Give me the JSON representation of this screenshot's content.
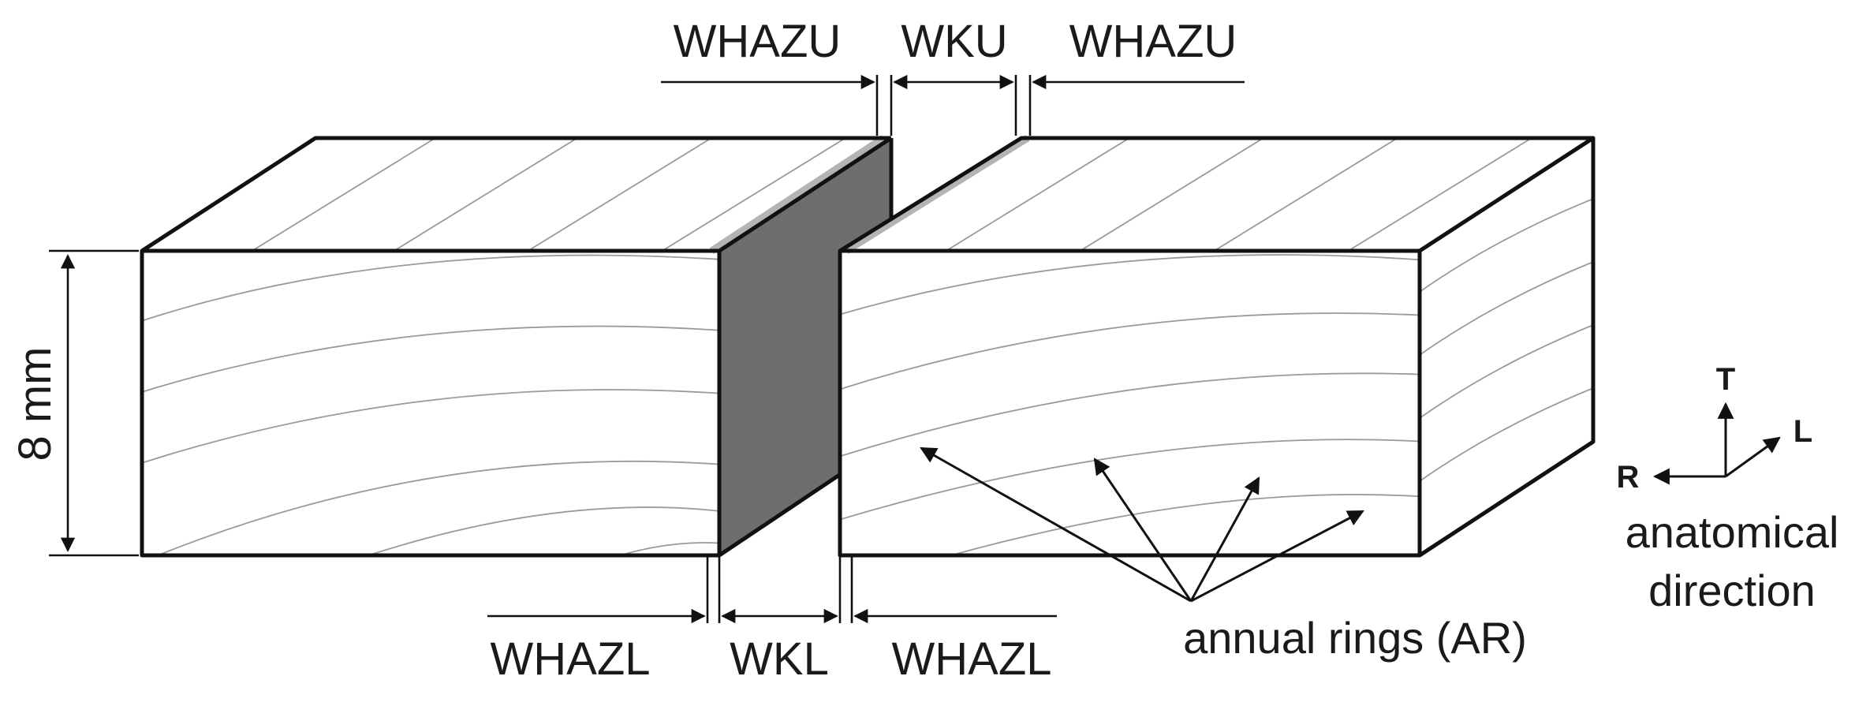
{
  "labels": {
    "whazu_left": "WHAZU",
    "wku": "WKU",
    "whazu_right": "WHAZU",
    "whazl_left": "WHAZL",
    "wkl": "WKL",
    "whazl_right": "WHAZL",
    "thickness": "8 mm",
    "annual_rings": "annual rings (AR)",
    "direction_line1": "anatomical",
    "direction_line2": "direction"
  },
  "axes": {
    "t": "T",
    "l": "L",
    "r": "R"
  },
  "colors": {
    "joint_face": "#6e6e6e",
    "heat_zone": "#b4b4b4",
    "outline": "#111111",
    "grain": "#9a9a9a"
  }
}
